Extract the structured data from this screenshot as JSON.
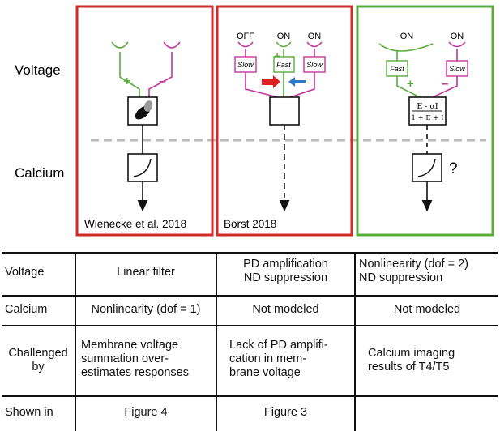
{
  "diagram": {
    "rows": {
      "voltage": "Voltage",
      "calcium": "Calcium"
    },
    "panels": [
      {
        "citation": "Wienecke et al. 2018"
      },
      {
        "citation": "Borst 2018",
        "labels": [
          "OFF",
          "ON",
          "ON"
        ],
        "filters": [
          "Slow",
          "Fast",
          "Slow"
        ]
      },
      {
        "labels": [
          "ON",
          "ON"
        ],
        "filters": [
          "Fast",
          "Slow"
        ],
        "formula_top": "E - αI",
        "formula_bottom": "1 + E + I",
        "unknown": "?"
      }
    ],
    "signs": {
      "plus": "+",
      "minus": "–"
    },
    "colors": {
      "red": "#d22a2a",
      "green": "#5aac3c",
      "magenta": "#c2379a",
      "blue": "#2f78c4",
      "dashed": "#bbbbbb"
    }
  },
  "table": {
    "rows": [
      {
        "header": "Voltage",
        "cells": [
          "Linear filter",
          "PD amplification\nND suppression",
          "Nonlinearity (dof = 2)\nND suppression"
        ]
      },
      {
        "header": "Calcium",
        "cells": [
          "Nonlinearity (dof = 1)",
          "Not modeled",
          "Not modeled"
        ]
      },
      {
        "header": "Challenged\nby",
        "cells": [
          "Membrane voltage\nsummation over-\nestimates responses",
          "Lack of PD amplifi-\ncation in mem-\nbrane voltage",
          "Calcium imaging\nresults of T4/T5"
        ]
      },
      {
        "header": "Shown in",
        "cells": [
          "Figure 4",
          "Figure 3",
          ""
        ]
      }
    ]
  }
}
